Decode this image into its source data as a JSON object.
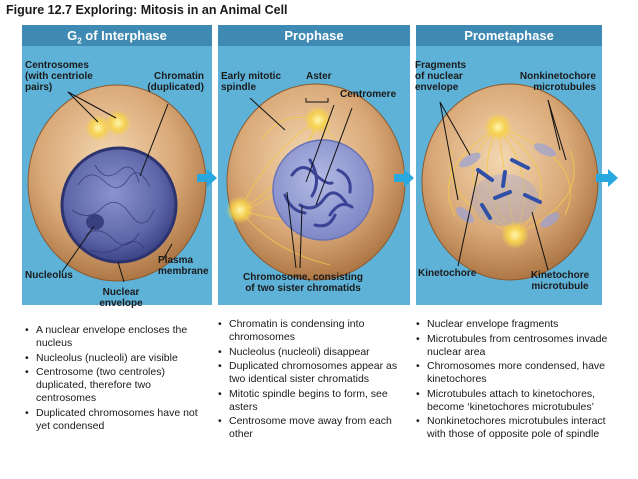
{
  "figure_title": "Figure 12.7 Exploring: Mitosis in an Animal Cell",
  "panels": [
    {
      "title_main": "G",
      "title_sub": "2",
      "title_rest": " of Interphase"
    },
    {
      "title_main": "Prophase",
      "title_sub": "",
      "title_rest": ""
    },
    {
      "title_main": "Prometaphase",
      "title_sub": "",
      "title_rest": ""
    }
  ],
  "labels": {
    "centrosomes": "Centrosomes\n(with centriole\npairs)",
    "chromatin": "Chromatin\n(duplicated)",
    "nucleolus": "Nucleolus",
    "nuclear_envelope": "Nuclear\nenvelope",
    "plasma_membrane": "Plasma\nmembrane",
    "early_mitotic_spindle": "Early mitotic\nspindle",
    "aster": "Aster",
    "centromere": "Centromere",
    "chromosome": "Chromosome, consisting\nof two sister chromatids",
    "fragments": "Fragments\nof nuclear\nenvelope",
    "nonkinetochore": "Nonkinetochore\nmicrotubules",
    "kinetochore": "Kinetochore",
    "kinetochore_microtubule": "Kinetochore\nmicrotubule"
  },
  "bullets": {
    "interphase": [
      "A nuclear envelope encloses the nucleus",
      "Nucleolus (nucleoli) are visible",
      "Centrosome (two centroles) duplicated, therefore two centrosomes",
      "Duplicated chromosomes have not yet condensed"
    ],
    "prophase": [
      "Chromatin is condensing into chromosomes",
      "Nucleolus (nucleoli) disappear",
      "Duplicated chromosomes appear as two identical sister chromatids",
      "Mitotic spindle begins to form, see asters",
      "Centrosome move away from each other"
    ],
    "prometaphase": [
      "Nuclear envelope fragments",
      "Microtubules from centrosomes invade nuclear area",
      "Chromosomes more condensed, have kinetochores",
      "Microtubules attach to kinetochores, become ‘kinetochores microtubules’",
      "Nonkinetochores microtubules interact with those of opposite pole of spindle"
    ]
  },
  "colors": {
    "panel_bg": "#5eb2d8",
    "panel_head": "#3f8ab2",
    "cell": "#d9a877",
    "nucleus": "#6a73b5",
    "centrosome": "#f7d24a",
    "arrow": "#29a8e0"
  }
}
